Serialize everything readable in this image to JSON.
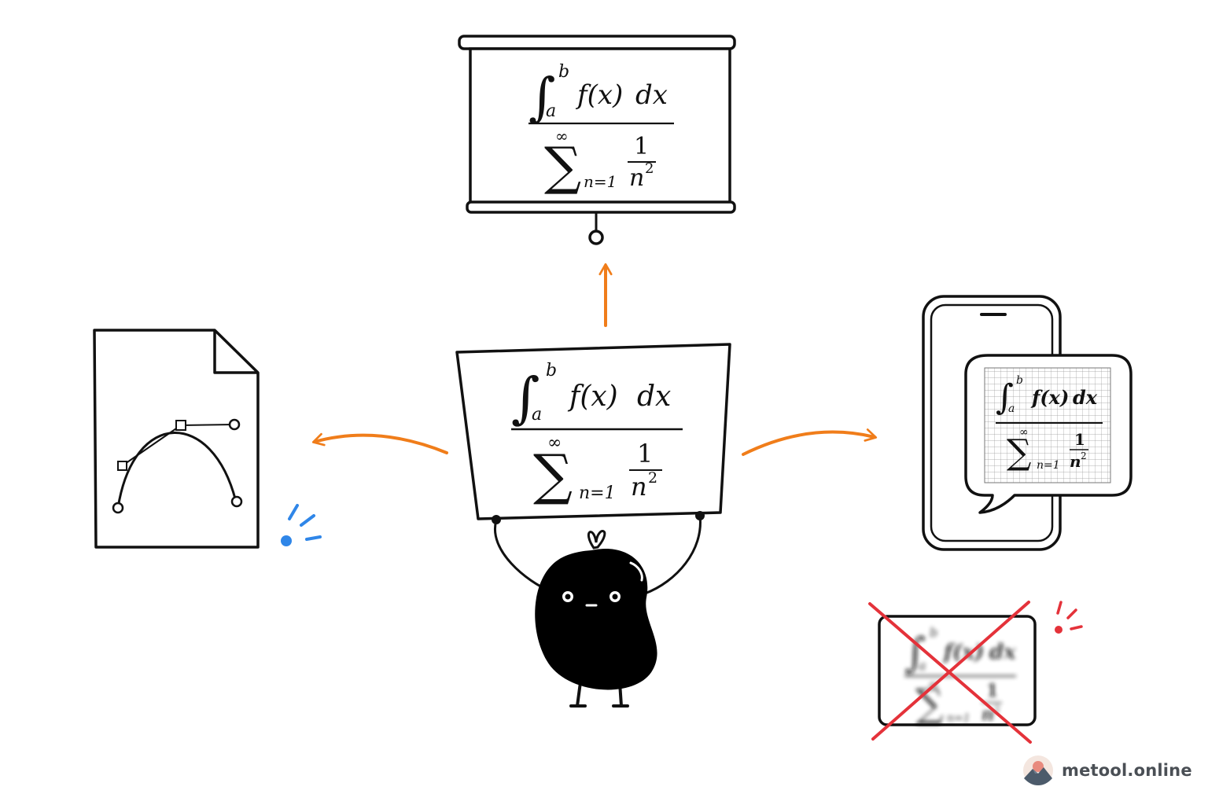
{
  "formula": {
    "integral_upper": "b",
    "integral_lower": "a",
    "integrand": "f(x)",
    "differential": "dx",
    "sum_upper": "∞",
    "sum_lower": "n=1",
    "frac_numerator": "1",
    "frac_denominator": "n",
    "exponent": "2"
  },
  "brand": {
    "text": "metool.online"
  },
  "colors": {
    "arrow": "#f07d1a",
    "sparkle_blue": "#2f86e8",
    "cross_red": "#e4323a",
    "ink": "#111111"
  },
  "icons": {
    "projector": "projector-screen-icon",
    "vector_file": "vector-file-icon",
    "phone": "phone-icon",
    "mascot": "mascot-character",
    "blurred": "blurred-image-icon"
  }
}
